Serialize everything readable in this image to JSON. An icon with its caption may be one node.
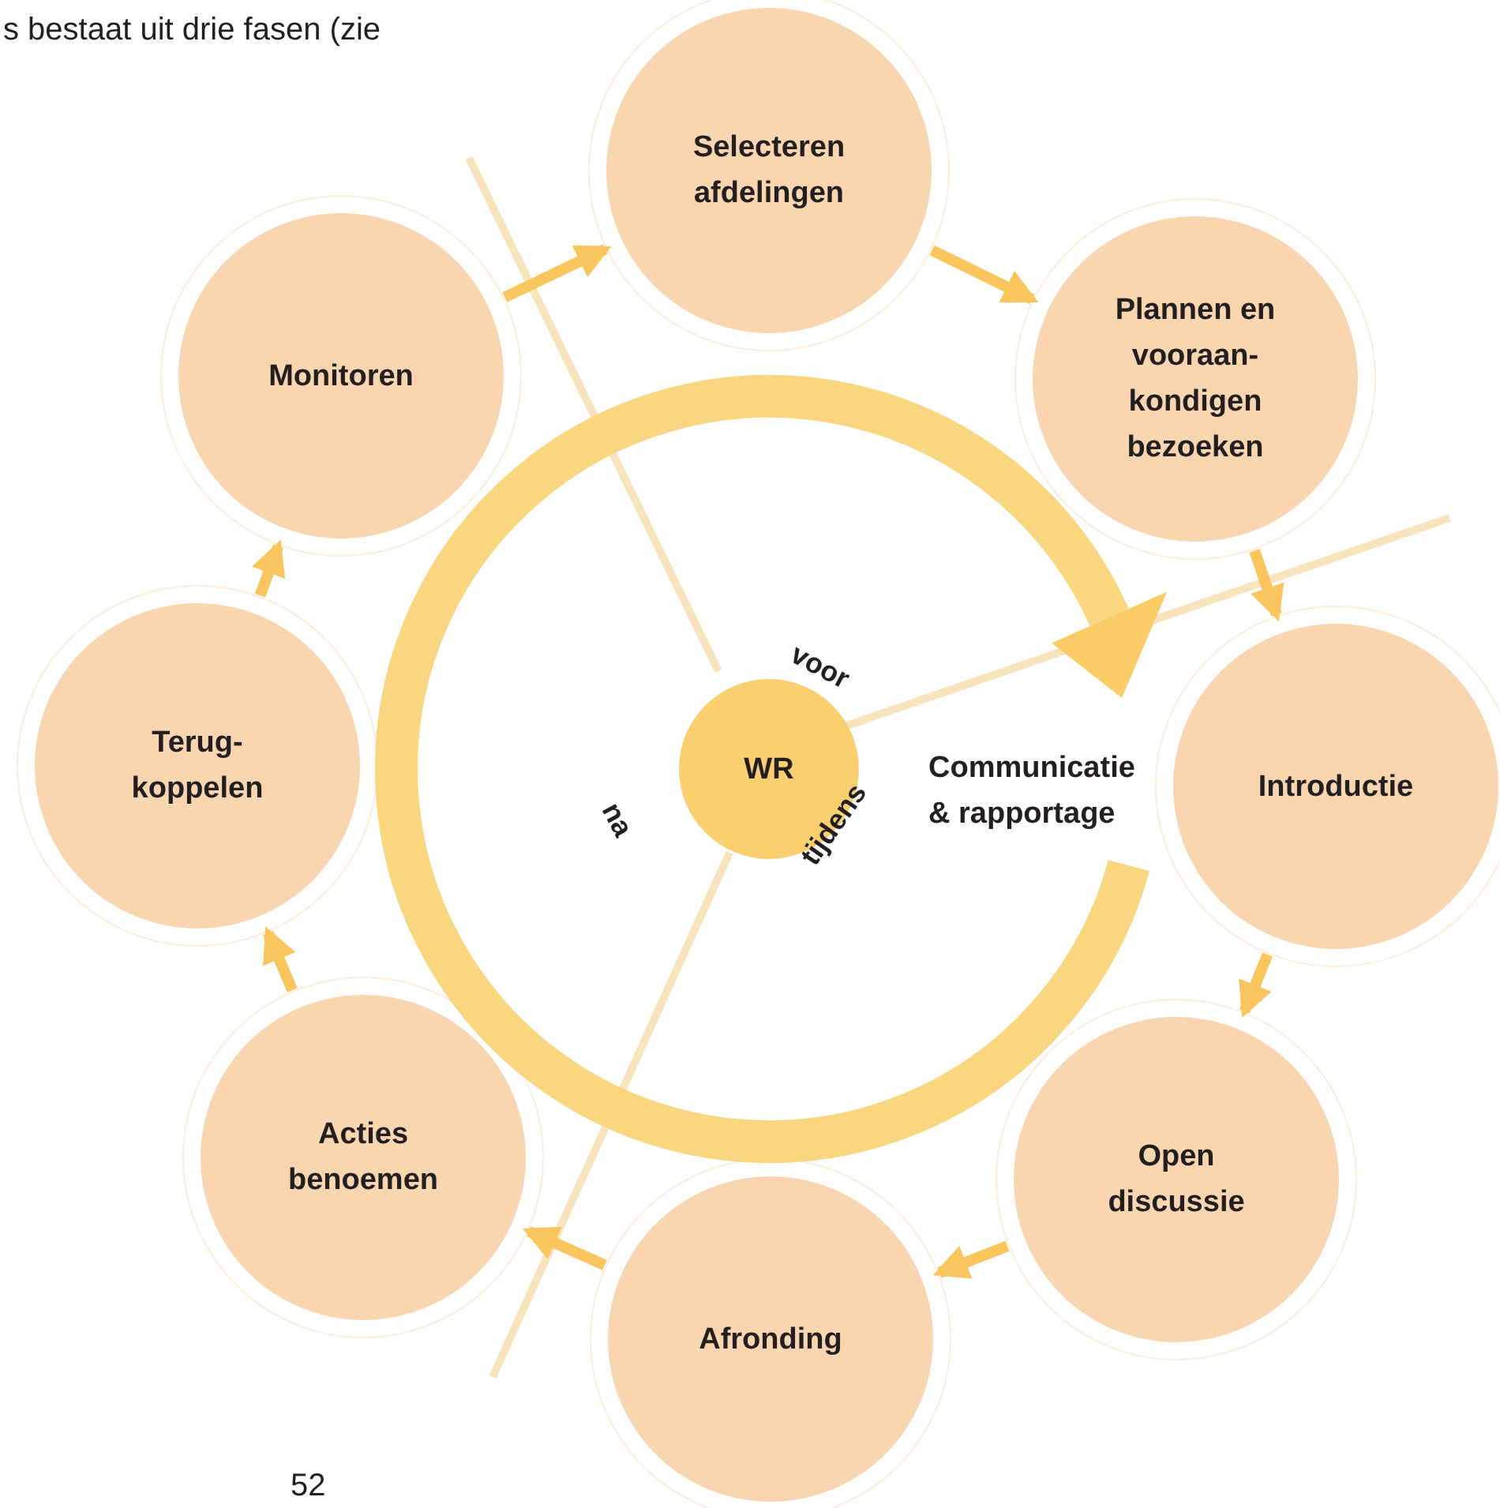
{
  "diagram": {
    "nodes": [
      {
        "text": [
          "Selecteren afdelingen"
        ]
      },
      {
        "text": [
          "Plannen en vooraan- kondigen bezoeken"
        ]
      },
      {
        "text": [
          "Introductie"
        ]
      },
      {
        "text": [
          "Open discussie"
        ]
      },
      {
        "text": [
          "Afronding"
        ]
      },
      {
        "text": [
          "Acties benoemen"
        ]
      },
      {
        "text": [
          "Terug- koppelen"
        ]
      },
      {
        "text": [
          "Monitoren"
        ]
      },
      {
        "text": [
          "WR"
        ]
      }
    ],
    "edges": [
      {
        "from": 7,
        "to": 0,
        "arrow": "to"
      },
      {
        "from": 0,
        "to": 1,
        "arrow": "to"
      },
      {
        "from": 1,
        "to": 2,
        "arrow": "to"
      },
      {
        "from": 2,
        "to": 3,
        "arrow": "to"
      },
      {
        "from": 3,
        "to": 4,
        "arrow": "to"
      },
      {
        "from": 4,
        "to": 5,
        "arrow": "to"
      },
      {
        "from": 5,
        "to": 6,
        "arrow": "to"
      },
      {
        "from": 6,
        "to": 7,
        "arrow": "to"
      }
    ],
    "labels": [
      "s bestaat uit drie fasen (zie",
      "voor",
      "na",
      "tijdens",
      "Communicatie & rapportage",
      "52"
    ]
  }
}
